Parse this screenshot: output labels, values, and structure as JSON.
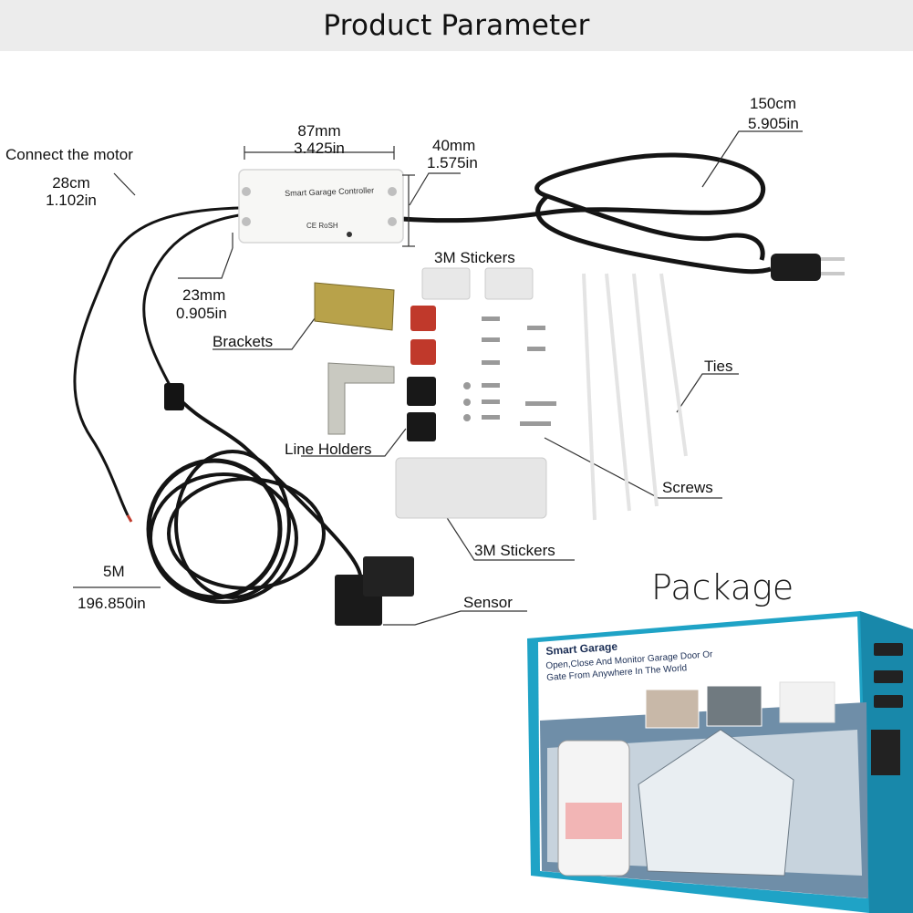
{
  "header": {
    "title": "Product Parameter"
  },
  "labels": {
    "connect_motor": "Connect the motor",
    "motor_cable_cm": "28cm",
    "motor_cable_in": "1.102in",
    "width_mm": "87mm",
    "width_in": "3.425in",
    "depth_mm": "40mm",
    "depth_in": "1.575in",
    "height_mm": "23mm",
    "height_in": "0.905in",
    "power_cable_cm": "150cm",
    "power_cable_in": "5.905in",
    "stickers_top": "3M Stickers",
    "brackets": "Brackets",
    "line_holders": "Line Holders",
    "ties": "Ties",
    "screws": "Screws",
    "stickers_bottom": "3M Stickers",
    "sensor_cable_m": "5M",
    "sensor_cable_in": "196.850in",
    "sensor": "Sensor",
    "package": "Package"
  },
  "controller": {
    "title": "Smart Garage Controller",
    "cert": "CE RoSH"
  },
  "box": {
    "brand": "Smart Garage",
    "slogan": "Open,Close And Monitor Garage Door Or Gate From Anywhere In  The World"
  },
  "colors": {
    "header_bg": "#ececec",
    "box_teal": "#1fa3c6",
    "cable": "#141414"
  }
}
